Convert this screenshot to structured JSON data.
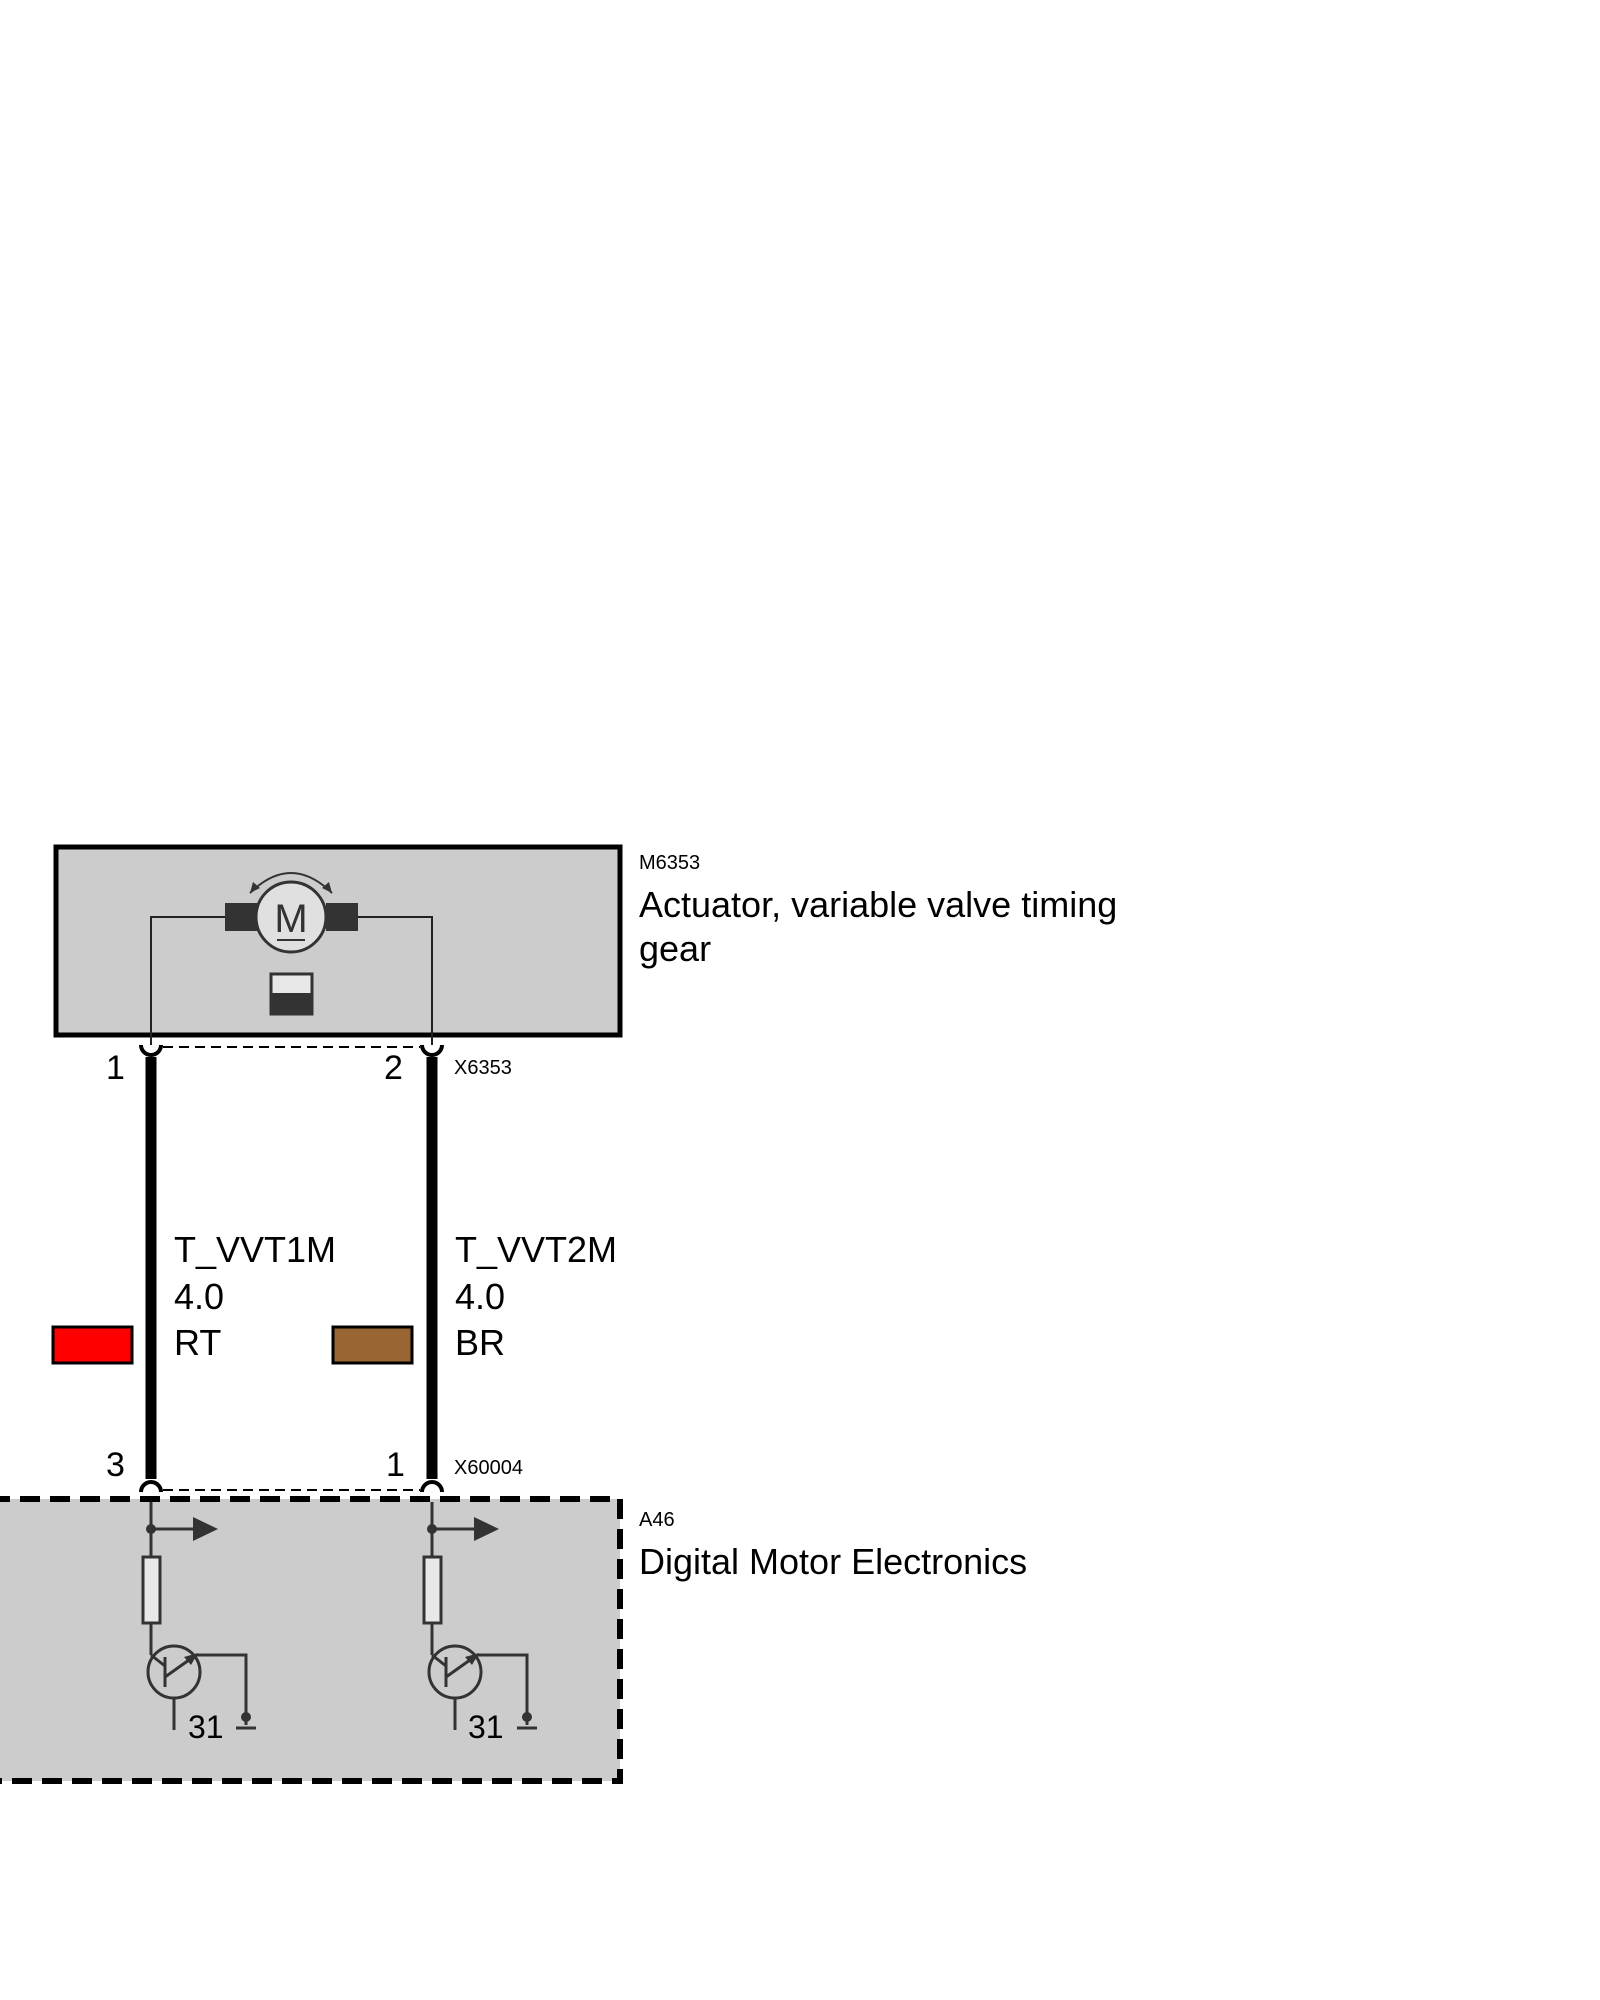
{
  "actuator": {
    "id": "M6353",
    "name_line1": "Actuator, variable valve timing",
    "name_line2": "gear",
    "motor_letter": "M"
  },
  "connector_top": {
    "id": "X6353",
    "pin_left": "1",
    "pin_right": "2"
  },
  "connector_bottom": {
    "id": "X60004",
    "pin_left": "3",
    "pin_right": "1"
  },
  "wires": [
    {
      "signal": "T_VVT1M",
      "size": "4.0",
      "color_code": "RT",
      "color": "#ff0000"
    },
    {
      "signal": "T_VVT2M",
      "size": "4.0",
      "color_code": "BR",
      "color": "#996633"
    }
  ],
  "control_unit": {
    "id": "A46",
    "name": "Digital Motor Electronics",
    "ground_left": "31",
    "ground_right": "31"
  },
  "colors": {
    "housing_fill": "#cccccc",
    "line": "#000000",
    "component_dark": "#333333"
  }
}
